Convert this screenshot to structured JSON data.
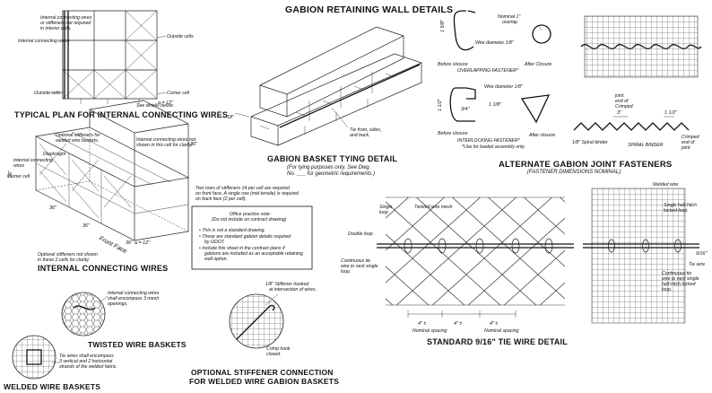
{
  "main_title": "GABION RETAINING WALL DETAILS",
  "typical_plan": {
    "title": "TYPICAL PLAN FOR INTERNAL CONNECTING WIRES",
    "labels": [
      "Internal connecting wires",
      "or stiffeners not required",
      "in interior cells.",
      "Internal connecting wires",
      "Outside cells",
      "Outside cells",
      "Corner cell",
      "See details below."
    ],
    "dimension": "a = 12\""
  },
  "internal_wires": {
    "title": "INTERNAL CONNECTING WIRES",
    "labels": [
      "Optional stiffeners for",
      "welded wire baskets.",
      "Internal connecting wires not",
      "shown in this cell for clarity.",
      "Diaphragm",
      "Internal connecting",
      "wires",
      "Corner cell",
      "Optional stiffeners not shown",
      "in these 2 cells for clarity.",
      "Front Face"
    ],
    "dimension": "a = 12\"",
    "dims": [
      "36\"",
      "36\"",
      "36\"",
      "36\"",
      "36\""
    ],
    "stiffener_note": [
      "Two rows of stiffeners 14 per cell are required",
      "on front face. A single row (mid tensile) is required",
      "on back face (2 per cell)."
    ]
  },
  "office_note": {
    "heading": "Office practice note:",
    "subheading": "(Do not include on contract drawing)",
    "bullets": [
      "This is not a standard drawing.",
      "These are standard gabion details required",
      "by ODOT.",
      "Include this sheet in the contract plans if",
      "gabions are included as an acceptable retaining",
      "wall option."
    ]
  },
  "tying_detail": {
    "title": "GABION BASKET TYING DETAIL",
    "sub": [
      "(For tying purposes only. See Dwg.",
      "No. ___ for geometric requirements.)"
    ],
    "label": [
      "Tie front, sides,",
      "and back."
    ],
    "dim": "18\""
  },
  "fasteners": {
    "title": "ALTERNATE GABION JOINT FASTENERS",
    "sub": "(FASTENER DIMENSIONS NOMINAL)",
    "overlapping": "OVERLAPPING FASTENER*",
    "interlocking": "INTERLOCKING FASTENER*",
    "assembly_note": "*Use for basket assembly only.",
    "before": "Before closure",
    "after": "After Closure",
    "before2": "Before closure",
    "after2": "After closure",
    "nominal": [
      "Nominal 1\"",
      "overlap"
    ],
    "wire_dia": "Wire diameter 1/8\"",
    "wire_dia2": "Wire diameter 1/8\"",
    "dims": [
      "1 5/8\"",
      "3/4\"",
      "1 1/2\"",
      "1 1/8\""
    ],
    "spiral_binder": "SPIRAL BINDER",
    "spiral_dia": "1/8\" Spiral binder",
    "crimped": [
      "Crimped",
      "end of",
      "joint"
    ],
    "crimped2": [
      "Crimped",
      "end of",
      "joint"
    ],
    "pitch": [
      "3\"",
      "1 1/2\""
    ]
  },
  "tie_wire": {
    "title": "STANDARD 9/16\" TIE WIRE DETAIL",
    "labels": [
      "Twisted wire mesh",
      "Single",
      "loop",
      "Double loop",
      "Continuous tie",
      "wire to next single",
      "loop.",
      "Welded wire",
      "Single half-hitch",
      "locked loop.",
      "Continuous tie",
      "wire to next single",
      "half-hitch locked",
      "loop.",
      "Tie wire"
    ],
    "spacing": [
      "4\" ±",
      "4\" ±",
      "4\" ±"
    ],
    "spacing_label": "Nominal spacing",
    "tie_dim": "9/16\""
  },
  "twisted_baskets": {
    "title": "TWISTED WIRE BASKETS",
    "note": [
      "Internal connecting wires",
      "shall encompass 3 mesh",
      "openings."
    ]
  },
  "welded_baskets": {
    "title": "WELDED WIRE BASKETS",
    "note": [
      "Tie wires shall encompass",
      "3 vertical and 2 horizontal",
      "strands of the welded fabric."
    ]
  },
  "stiffener_conn": {
    "title_1": "OPTIONAL STIFFENER CONNECTION",
    "title_2": "FOR WELDED WIRE GABION BASKETS",
    "label": [
      "1/8\" Stiffener hooked",
      "at intersection of wires."
    ],
    "crimp": [
      "Crimp hook",
      "closed."
    ]
  }
}
